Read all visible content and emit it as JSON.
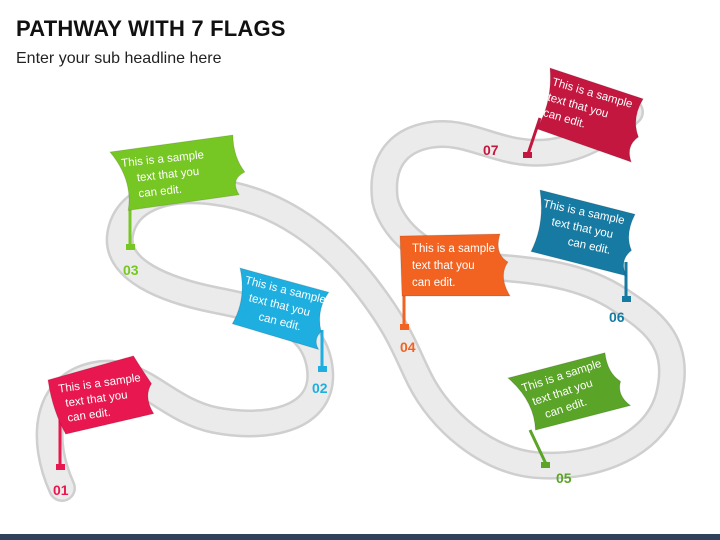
{
  "title": "PATHWAY WITH 7 FLAGS",
  "subtitle": "Enter your sub headline here",
  "flags": [
    {
      "number": "01",
      "color": "#e8174f",
      "lines": [
        "This is a sample",
        "text that you",
        "can edit."
      ]
    },
    {
      "number": "02",
      "color": "#1eaedf",
      "lines": [
        "This is a sample",
        "text that you",
        "can edit."
      ]
    },
    {
      "number": "03",
      "color": "#77c724",
      "lines": [
        "This is a sample",
        "text that you",
        "can edit."
      ]
    },
    {
      "number": "04",
      "color": "#f26322",
      "lines": [
        "This is a sample",
        "text that you",
        "can edit."
      ]
    },
    {
      "number": "05",
      "color": "#5aa427",
      "lines": [
        "This is a sample",
        "text that you",
        "can edit."
      ]
    },
    {
      "number": "06",
      "color": "#167aa3",
      "lines": [
        "This is a sample",
        "text that you",
        "can edit."
      ]
    },
    {
      "number": "07",
      "color": "#c4173f",
      "lines": [
        "This is a sample",
        "text that you",
        "can edit."
      ]
    }
  ],
  "colors": {
    "path_fill": "#ebebeb",
    "path_edge": "#cfcfcf",
    "bar": "#2f4259"
  }
}
